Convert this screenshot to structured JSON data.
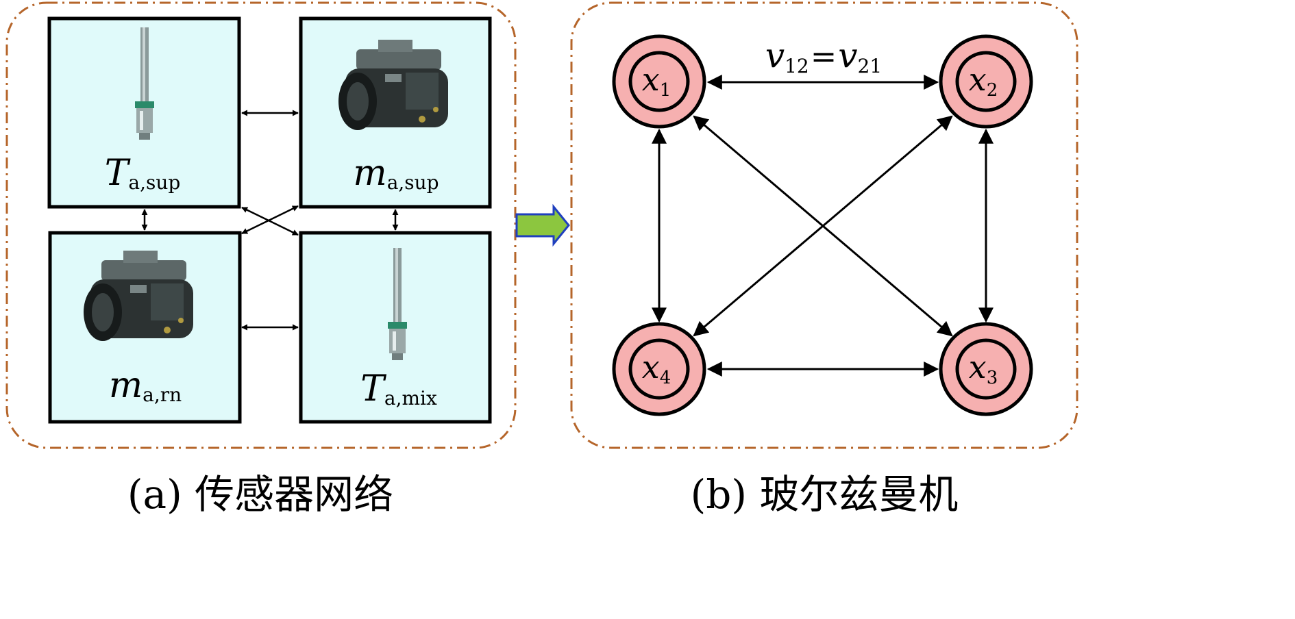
{
  "panel_a": {
    "caption": "(a) 传感器网络",
    "sensors": [
      {
        "label_main": "T",
        "label_sub": "a,sup",
        "icon": "temperature-probe-icon"
      },
      {
        "label_main": "m",
        "label_sub": "a,sup",
        "icon": "mass-flow-sensor-icon"
      },
      {
        "label_main": "m",
        "label_sub": "a,rn",
        "icon": "mass-flow-sensor-icon"
      },
      {
        "label_main": "T",
        "label_sub": "a,mix",
        "icon": "temperature-probe-icon"
      }
    ]
  },
  "panel_b": {
    "caption": "(b) 玻尔兹曼机",
    "edge_label": {
      "left": "v",
      "left_sub": "12",
      "eq": "=",
      "right": "v",
      "right_sub": "21"
    },
    "nodes": [
      {
        "main": "x",
        "sub": "1"
      },
      {
        "main": "x",
        "sub": "2"
      },
      {
        "main": "x",
        "sub": "3"
      },
      {
        "main": "x",
        "sub": "4"
      }
    ]
  },
  "colors": {
    "panel_border": "#b5652a",
    "sensor_fill": "#e0fafa",
    "node_fill": "#f6b0b0",
    "transition_arrow_fill": "#8cc63f",
    "transition_arrow_stroke": "#1f3fbf"
  }
}
